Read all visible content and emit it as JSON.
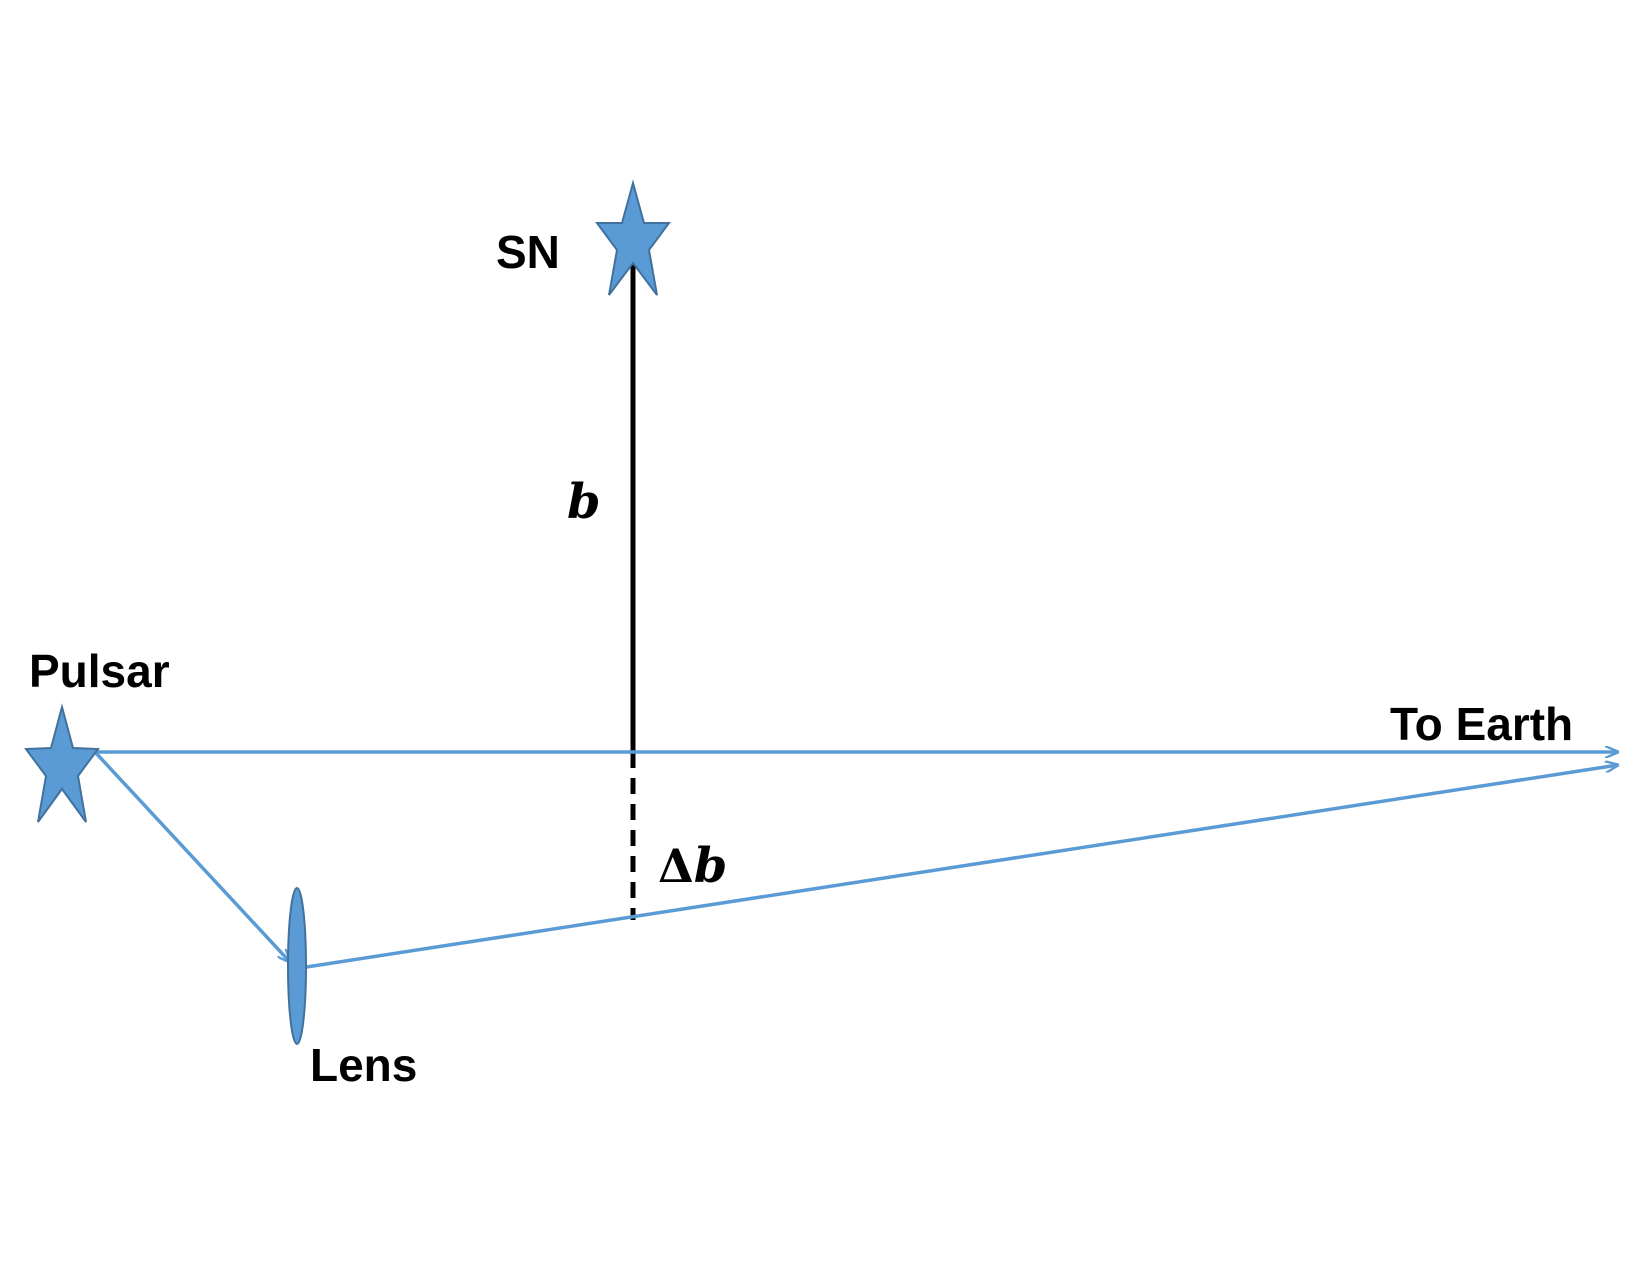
{
  "labels": {
    "sn": "SN",
    "pulsar": "Pulsar",
    "to_earth": "To Earth",
    "lens": "Lens",
    "b": "b",
    "delta": "Δ",
    "delta_b_var": "b"
  },
  "colors": {
    "ray": "#5B9BD5",
    "object_fill": "#5B9BD5",
    "object_stroke": "#41719C",
    "line": "#000000",
    "text": "#000000"
  },
  "icons": {
    "sn": "star-icon",
    "pulsar": "star-icon",
    "lens": "ellipse-lens-icon"
  }
}
